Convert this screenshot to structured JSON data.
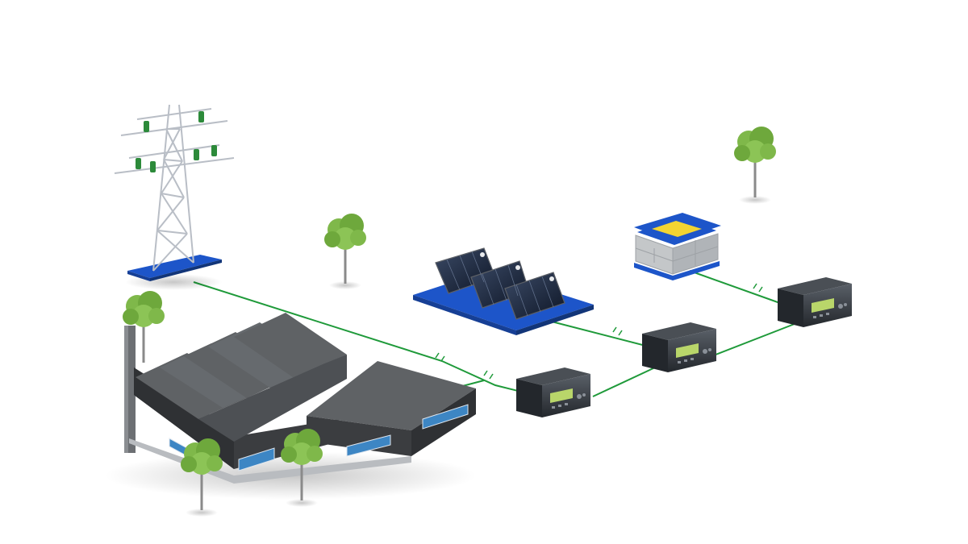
{
  "colors": {
    "background": "#ffffff",
    "link": "#1f9a3a",
    "platform_blue": "#1d55c9",
    "tower_steel": "#c8ccd2",
    "insulator_green": "#2c8a3a",
    "roof_gray": "#5f6265",
    "wall_dark": "#3b3d40",
    "window_blue": "#3d86c4",
    "controller_body": "#2d3136",
    "controller_screen": "#b9d66a",
    "foliage": "#7fb84a",
    "battery_gray": "#c4c7c9",
    "battery_label": "#f2d431"
  },
  "nodes": [
    {
      "id": "pylon",
      "icon": "transmission-tower-icon"
    },
    {
      "id": "solar",
      "icon": "solar-panel-array-icon"
    },
    {
      "id": "battery",
      "icon": "battery-storage-icon"
    },
    {
      "id": "factory",
      "icon": "factory-building-icon"
    },
    {
      "id": "controller-1",
      "icon": "controller-unit-icon"
    },
    {
      "id": "controller-2",
      "icon": "controller-unit-icon"
    },
    {
      "id": "controller-3",
      "icon": "controller-unit-icon"
    }
  ],
  "links": [
    {
      "from": "pylon",
      "to": "controller-1"
    },
    {
      "from": "factory",
      "to": "controller-1"
    },
    {
      "from": "solar",
      "to": "controller-2"
    },
    {
      "from": "battery",
      "to": "controller-3"
    },
    {
      "from": "controller-1",
      "to": "controller-2"
    },
    {
      "from": "controller-2",
      "to": "controller-3"
    }
  ]
}
